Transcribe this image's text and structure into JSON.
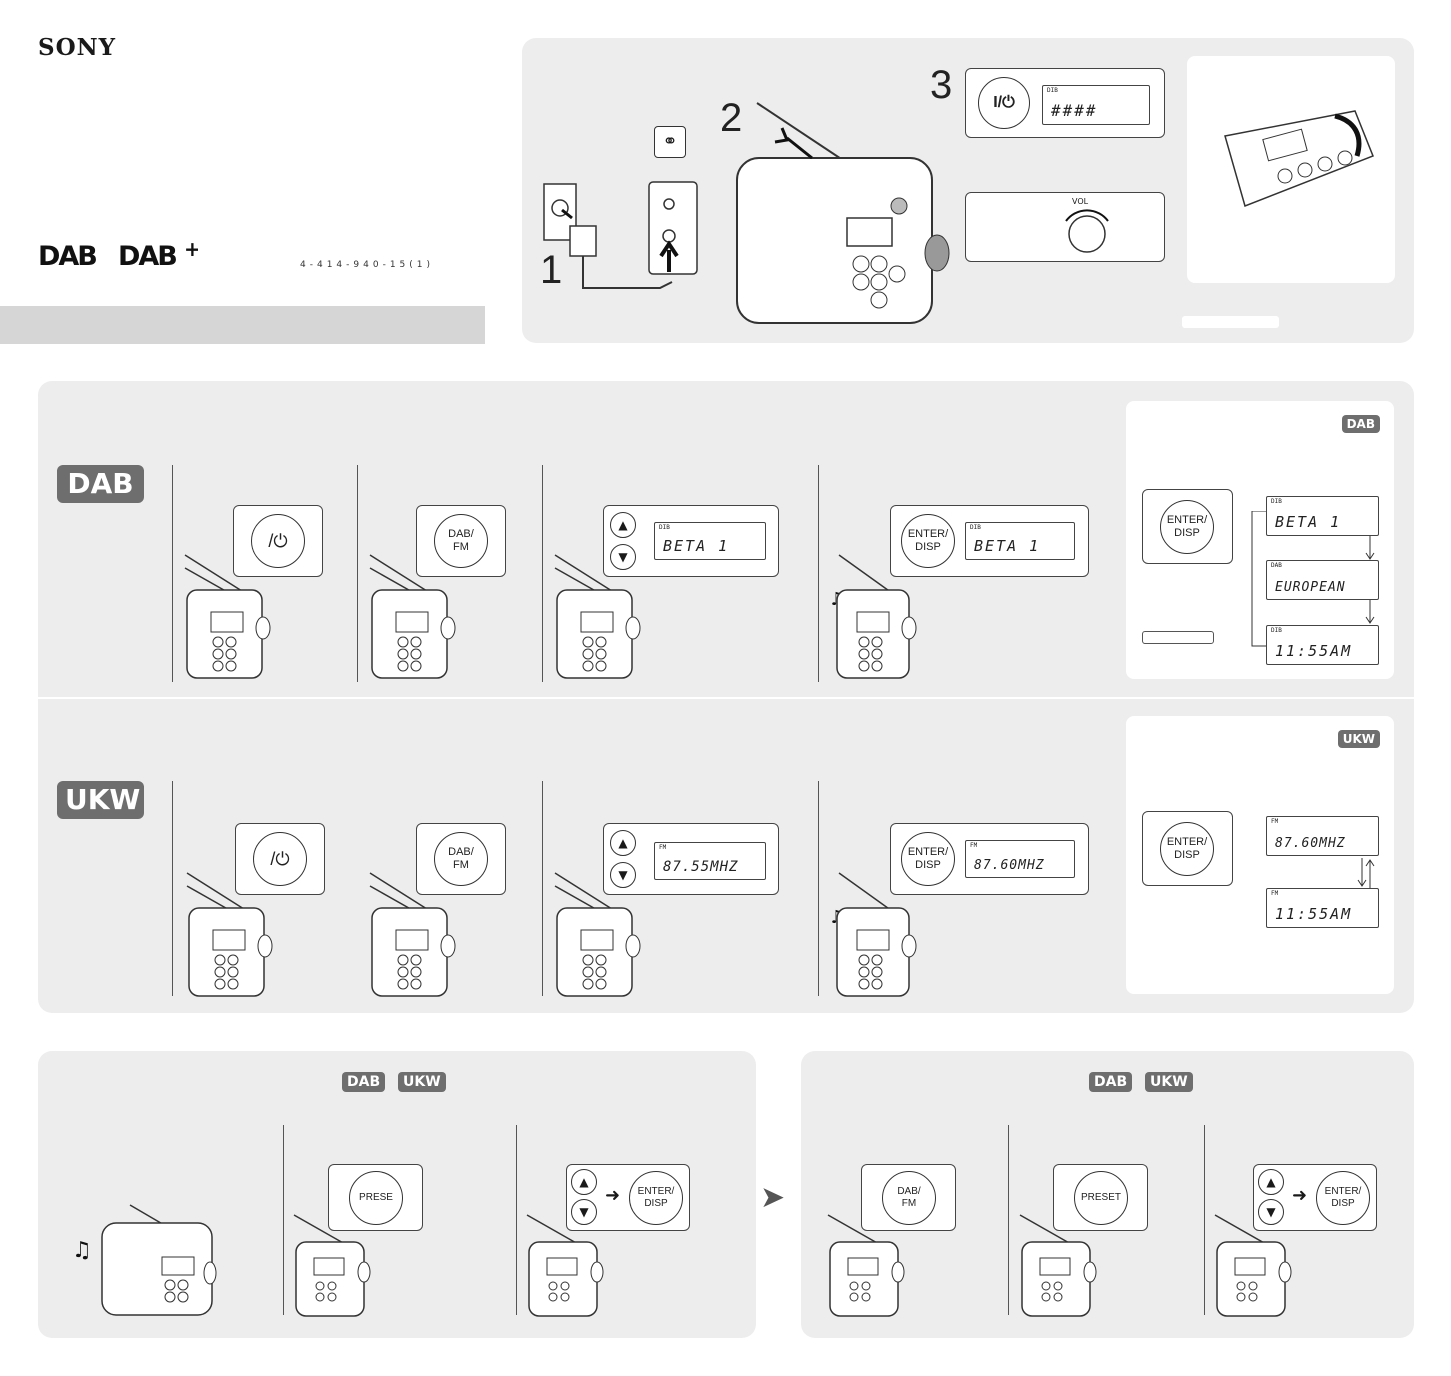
{
  "header": {
    "brand": "SONY",
    "dab_logo": "DAB DAB+",
    "part_number": "4-414-940-15(1)"
  },
  "setup": {
    "step1": "1",
    "step2": "2",
    "step3": "3",
    "vol_label": "VOL",
    "display_step3": "####"
  },
  "dab_section": {
    "tag": "DAB",
    "corner_tag": "DAB",
    "power_label": "/",
    "mode_button_line1": "DAB/",
    "mode_button_line2": "FM",
    "tune_display": "BETA 1",
    "enter_line1": "ENTER/",
    "enter_line2": "DISP",
    "enter_display": "BETA 1",
    "disp_cycle": [
      "BETA 1",
      "EUROPEAN",
      "11:55AM"
    ]
  },
  "ukw_section": {
    "tag": "UKW",
    "corner_tag": "UKW",
    "power_label": "/",
    "mode_button_line1": "DAB/",
    "mode_button_line2": "FM",
    "tune_display": "87.55MHZ",
    "enter_line1": "ENTER/",
    "enter_line2": "DISP",
    "enter_display": "87.60MHZ",
    "disp_cycle": [
      "87.60MHZ",
      "11:55AM"
    ]
  },
  "preset": {
    "left_tags": [
      "DAB",
      "UKW"
    ],
    "right_tags": [
      "DAB",
      "UKW"
    ],
    "preset_label": "PRESET",
    "preset_label_left": "PRESE",
    "enter_line1": "ENTER/",
    "enter_line2": "DISP",
    "mode_line1": "DAB/",
    "mode_line2": "FM"
  },
  "colors": {
    "panel": "#ededed",
    "tag": "#6e6e6e",
    "divider_bar": "#d6d6d6"
  }
}
